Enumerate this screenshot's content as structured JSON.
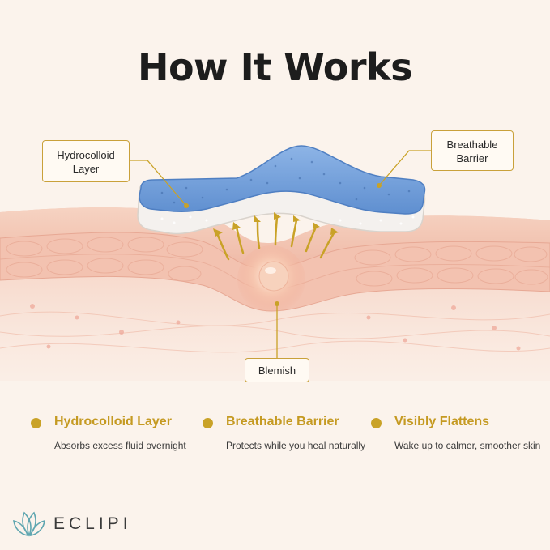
{
  "title": "How It Works",
  "callouts": {
    "hydrocolloid": [
      "Hydrocolloid",
      "Layer"
    ],
    "breathable": [
      "Breathable",
      "Barrier"
    ],
    "blemish": "Blemish"
  },
  "features": [
    {
      "title": "Hydrocolloid Layer",
      "desc": "Absorbs excess fluid overnight"
    },
    {
      "title": "Breathable Barrier",
      "desc": "Protects while you heal naturally"
    },
    {
      "title": "Visibly Flattens",
      "desc": "Wake up to calmer, smoother skin"
    }
  ],
  "brand": "ECLIPI",
  "colors": {
    "accent": "#c9a227",
    "patch": "#6e9bd6",
    "skin": "#f4c7b6",
    "background": "#fbf3ec"
  },
  "icons": [
    "leaf-logo-icon",
    "bullet-dot-icon",
    "arrow-up-icon"
  ]
}
